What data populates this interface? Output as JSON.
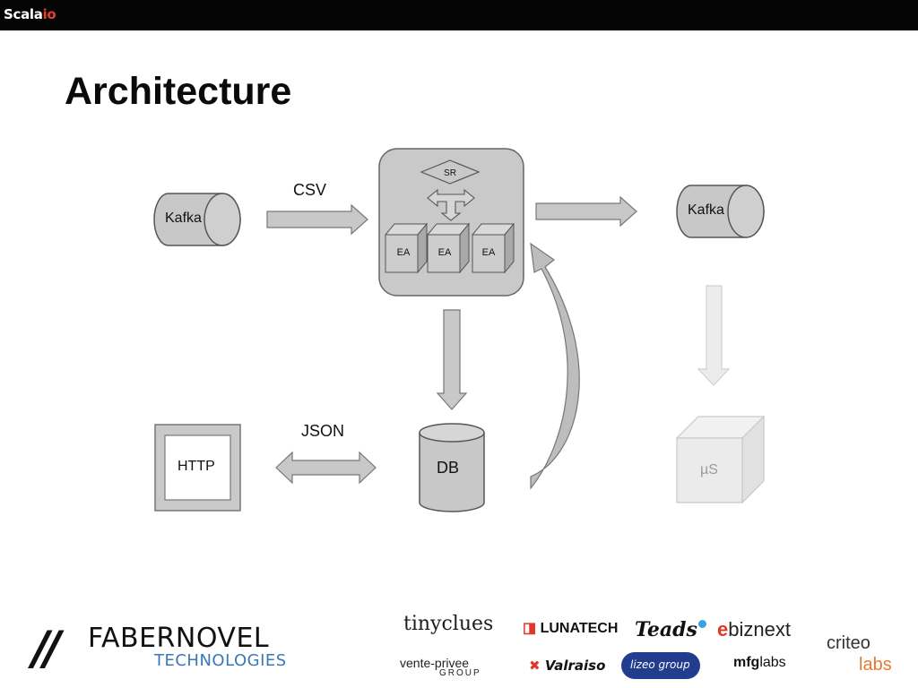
{
  "header": {
    "brand_main": "Scala",
    "brand_accent": "io"
  },
  "slide": {
    "title": "Architecture"
  },
  "diagram": {
    "nodes": {
      "kafka_in": "Kafka",
      "kafka_out": "Kafka",
      "schema_registry": "SR",
      "ea_1": "EA",
      "ea_2": "EA",
      "ea_3": "EA",
      "http": "HTTP",
      "db": "DB",
      "microservice": "µS"
    },
    "edges": {
      "csv": "CSV",
      "json": "JSON"
    }
  },
  "footer": {
    "main_logo": {
      "slashes": "//",
      "name": "FABERNOVEL",
      "sub": "TECHNOLOGIES"
    },
    "sponsors": {
      "tinyclues": "tinyclues",
      "lunatech_mark": "◨",
      "lunatech": "LUNATECH",
      "teads": "Teads",
      "ebiznext_e": "e",
      "ebiznext_rest": "biznext",
      "criteo": "criteo",
      "criteo_labs": "labs",
      "vente_privee": "vente-privee",
      "vente_group": "GROUP",
      "valraiso_mark": "✖",
      "valraiso": "Valraiso",
      "lizeo": "lizeo group",
      "mfg_bold": "mfg",
      "mfg_rest": "labs"
    }
  }
}
